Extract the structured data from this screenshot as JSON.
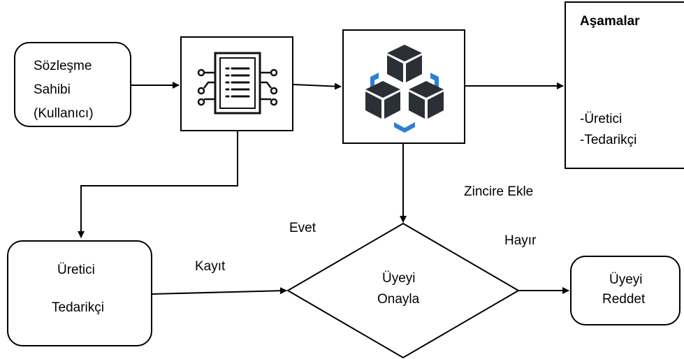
{
  "nodes": {
    "owner": {
      "line1": "Sözleşme",
      "line2": "Sahibi",
      "line3": "(Kullanıcı)"
    },
    "stages": {
      "title": "Aşamalar",
      "item1": "-Üretici",
      "item2": "-Tedarikçi"
    },
    "producer": {
      "line1": "Üretici",
      "line2": "Tedarikçi"
    },
    "approve": {
      "line1": "Üyeyi",
      "line2": "Onayla"
    },
    "reject": {
      "line1": "Üyeyi",
      "line2": "Reddet"
    }
  },
  "edges": {
    "add_chain": "Zincire Ekle",
    "yes": "Evet",
    "no": "Hayır",
    "register": "Kayıt"
  },
  "icons": {
    "contract": "smart-contract-chip-icon",
    "blockchain": "blockchain-cubes-icon"
  },
  "colors": {
    "accent": "#2f7fd1",
    "cube": "#2b2f36"
  }
}
